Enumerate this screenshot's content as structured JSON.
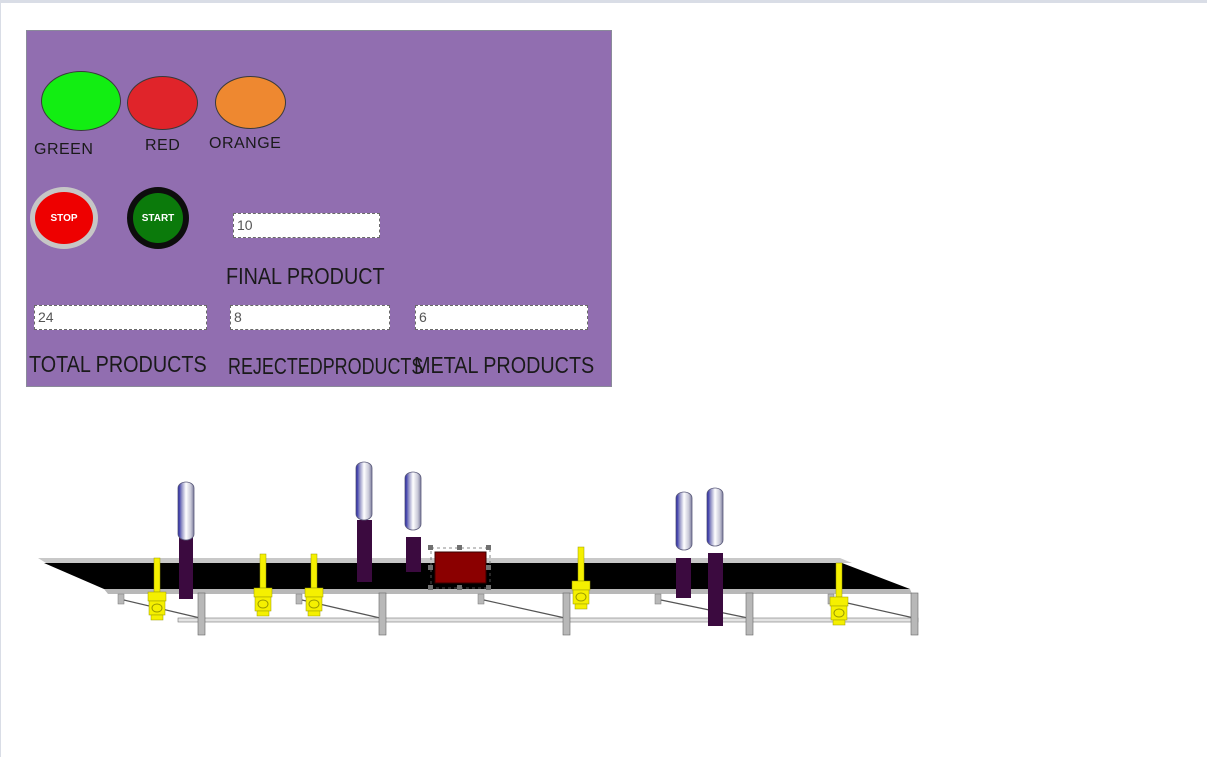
{
  "indicators": {
    "green": {
      "label": "GREEN",
      "color": "#12ee12"
    },
    "red": {
      "label": "RED",
      "color": "#e0242a"
    },
    "orange": {
      "label": "ORANGE",
      "color": "#ee8830"
    }
  },
  "buttons": {
    "stop": {
      "label": "STOP",
      "color": "#ee0000"
    },
    "start": {
      "label": "START",
      "color": "#0b7a0b"
    }
  },
  "counters": {
    "final_product": {
      "label": "FINAL PRODUCT",
      "value": "10"
    },
    "total_products": {
      "label": "TOTAL PRODUCTS",
      "value": "24"
    },
    "rejected_products": {
      "label": "REJECTEDPRODUCTS",
      "value": "8"
    },
    "metal_products": {
      "label": "METAL PRODUCTS",
      "value": "6"
    }
  },
  "colors": {
    "panel": "#916eb0",
    "belt": "#000000",
    "sensor_rod": "#3b0a3f",
    "proximity_sensor": "#f5f000",
    "product_box": "#8b0000"
  }
}
